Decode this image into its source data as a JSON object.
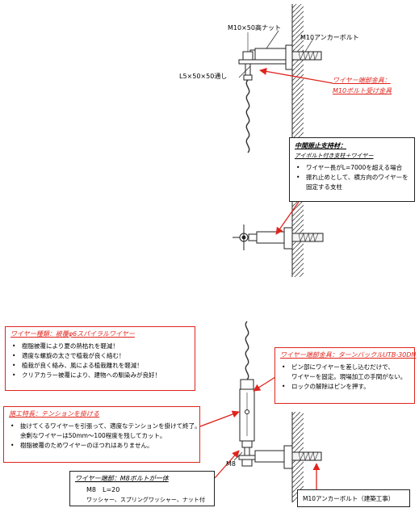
{
  "top": {
    "nut_label": "M10×50高ナット",
    "anchor_label": "M10アンカーボルト",
    "angle_label": "L5×50×50通し",
    "fitting_title_1": "ワイヤー端部金具：",
    "fitting_title_2": "M10ボルト受け金具"
  },
  "middle": {
    "title_1": "中間振止支持材：",
    "title_2": "アイボルト付き支柱＋ワイヤー",
    "bullets": [
      "ワイヤー長がL=7000を超える場合",
      "振れ止めとして、横方向のワイヤーを"
    ],
    "continuation": "固定する支柱"
  },
  "wire_type": {
    "title": "ワイヤー種類：被覆φ6スパイラルワイヤー",
    "bullets": [
      "樹脂被覆により夏の熱枯れを軽減！",
      "適度な螺旋の太さで植栽が良く絡む！",
      "植栽が良く絡み、風による植栽離れを軽減！",
      "クリアカラー被覆により、建物への馴染みが良好！"
    ]
  },
  "end_fitting": {
    "title": "ワイヤー端部金具：ターンバックルUTB-30DN",
    "bullets": [
      "ピン部にワイヤーを差し込むだけで、",
      "ロックの解除はピンを押す。"
    ],
    "continuation": "ワイヤーを固定。現場加工の手間がない。"
  },
  "construction": {
    "title": "施工特長：テンションを掛ける",
    "bullets": [
      "抜けてくるワイヤーを引張って、適度なテンションを掛けて終了。",
      "樹脂被覆のためワイヤーのほつれはありません。"
    ],
    "continuation": "余剰なワイヤーは50mm～100程度を残してカット。"
  },
  "bolt": {
    "title": "ワイヤー端部：M8ボルトが一体",
    "line1": "M8　L=20",
    "line2": "ワッシャー、スプリングワッシャー、ナット付",
    "m8_label": "M8"
  },
  "anchor_note": "M10アンカーボルト（建築工事）",
  "colors": {
    "accent_red": "#e0241c",
    "line": "#222222"
  }
}
